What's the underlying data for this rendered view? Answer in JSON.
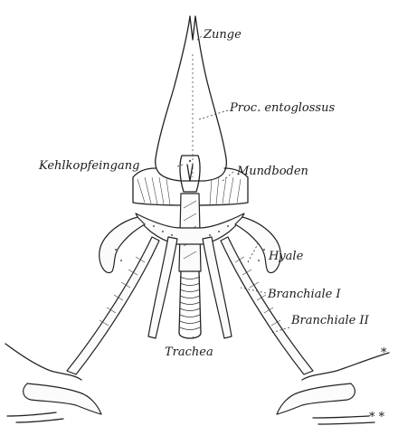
{
  "labels": {
    "zunge": "Zunge",
    "proc_entoglossus": "Proc. entoglossus",
    "kehlkopfeingang": "Kehlkopfeingang",
    "mundboden": "Mundboden",
    "hyale": "Hyale",
    "branchiale_1": "Branchiale I",
    "branchiale_2": "Branchiale II",
    "trachea": "Trachea",
    "mark_single": "*",
    "mark_double": "* *"
  }
}
